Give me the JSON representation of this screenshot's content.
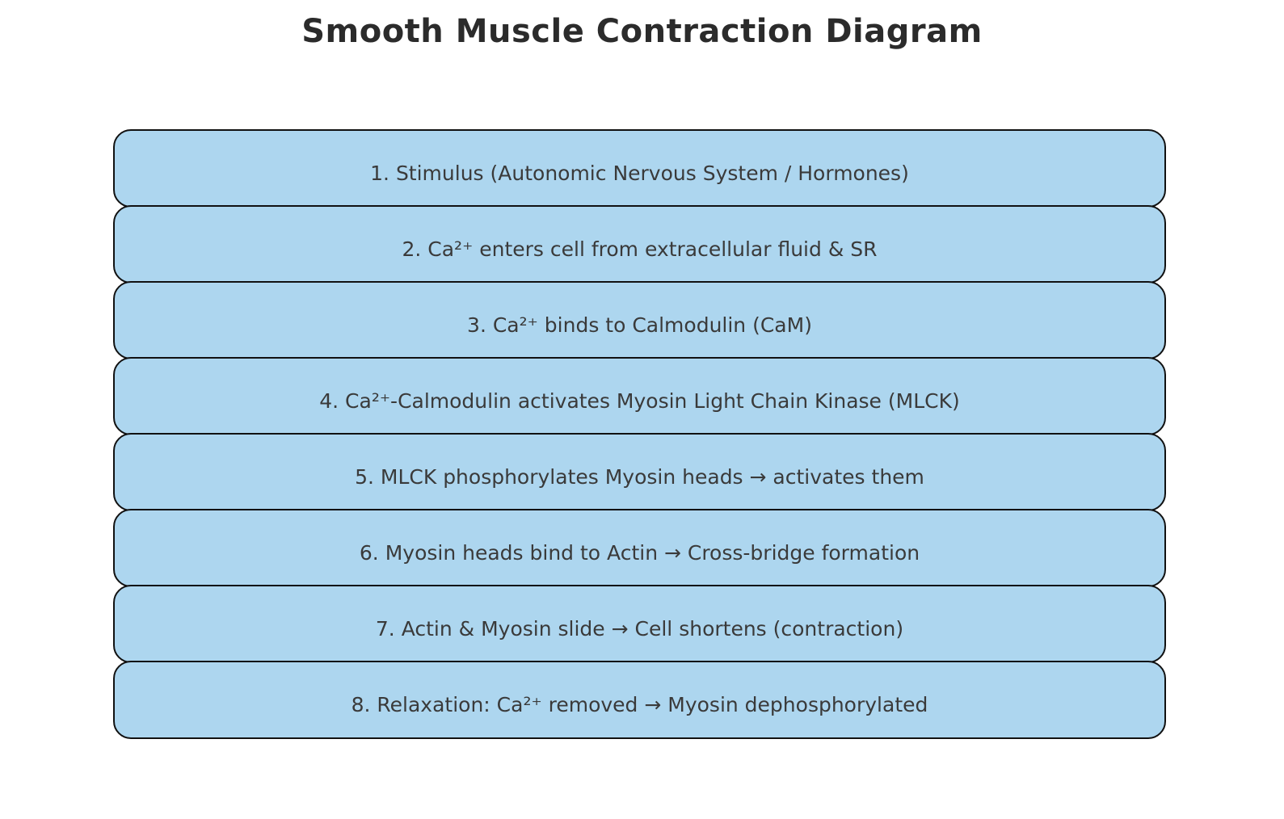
{
  "title": "Smooth Muscle Contraction Diagram",
  "steps": [
    "1. Stimulus (Autonomic Nervous System / Hormones)",
    "2. Ca²⁺ enters cell from extracellular fluid & SR",
    "3. Ca²⁺ binds to Calmodulin (CaM)",
    "4. Ca²⁺-Calmodulin activates Myosin Light Chain Kinase (MLCK)",
    "5. MLCK phosphorylates Myosin heads → activates them",
    "6. Myosin heads bind to Actin → Cross-bridge formation",
    "7. Actin & Myosin slide → Cell shortens (contraction)",
    "8. Relaxation: Ca²⁺ removed → Myosin dephosphorylated"
  ],
  "colors": {
    "background": "#ffffff",
    "box_fill": "#ADD6EF",
    "box_border": "#111111",
    "step_text": "#3a3a3a",
    "title_text": "#2b2b2b"
  }
}
